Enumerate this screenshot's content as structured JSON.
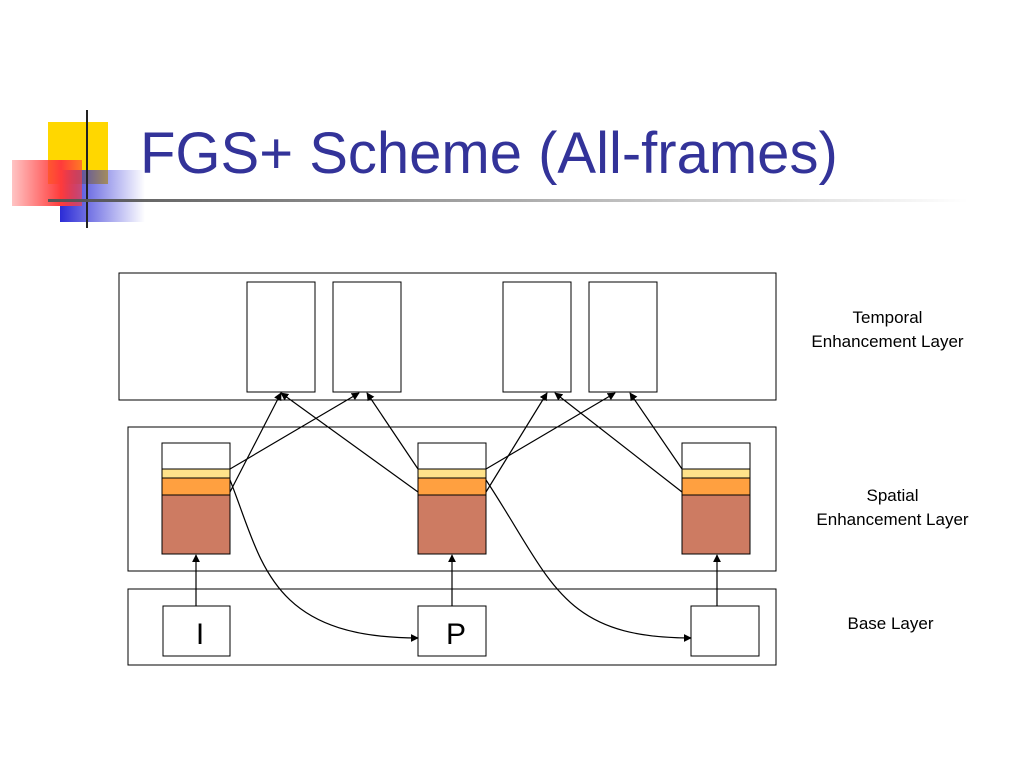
{
  "title": "FGS+ Scheme (All-frames)",
  "labels": {
    "temporal": [
      "Temporal",
      "Enhancement Layer"
    ],
    "spatial": [
      "Spatial",
      "Enhancement Layer"
    ],
    "base": [
      "Base Layer"
    ]
  },
  "base_frames": [
    "I",
    "P",
    ""
  ],
  "colors": {
    "title": "#333399",
    "deco_yellow": "#ffd700",
    "deco_blue": "#2b2bd6",
    "deco_red": "#ff3b3b",
    "fgs_light": "#ffe28a",
    "fgs_orange": "#ffa040",
    "fgs_base": "#cd7b62"
  }
}
